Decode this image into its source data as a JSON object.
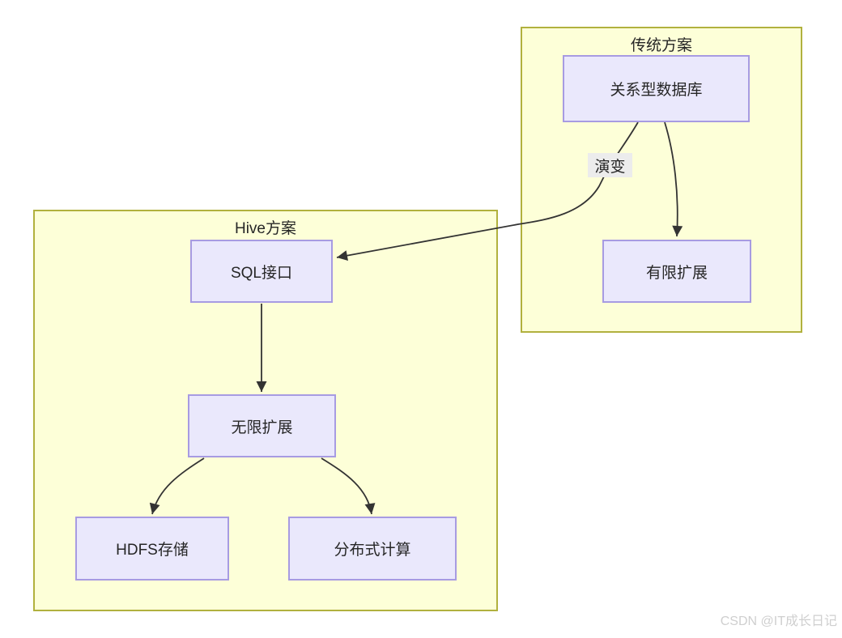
{
  "diagram": {
    "groups": {
      "traditional": {
        "title": "传统方案"
      },
      "hive": {
        "title": "Hive方案"
      }
    },
    "nodes": {
      "rdbms": {
        "label": "关系型数据库"
      },
      "limited": {
        "label": "有限扩展"
      },
      "sql": {
        "label": "SQL接口"
      },
      "unlimited": {
        "label": "无限扩展"
      },
      "hdfs": {
        "label": "HDFS存储"
      },
      "distributed": {
        "label": "分布式计算"
      }
    },
    "edges": [
      {
        "from": "rdbms",
        "to": "sql",
        "label": "演变"
      },
      {
        "from": "rdbms",
        "to": "limited",
        "label": ""
      },
      {
        "from": "sql",
        "to": "unlimited",
        "label": ""
      },
      {
        "from": "unlimited",
        "to": "hdfs",
        "label": ""
      },
      {
        "from": "unlimited",
        "to": "distributed",
        "label": ""
      }
    ],
    "edge_label": "演变",
    "colors": {
      "group_fill": "#fdffd8",
      "group_border": "#b1b13e",
      "node_fill": "#eae8fc",
      "node_border": "#a79be2",
      "arrow": "#333333",
      "edge_label_bg": "#ececec",
      "text": "#262626",
      "watermark": "#cfcfcf"
    }
  },
  "watermark": {
    "text": "CSDN @IT成长日记"
  }
}
